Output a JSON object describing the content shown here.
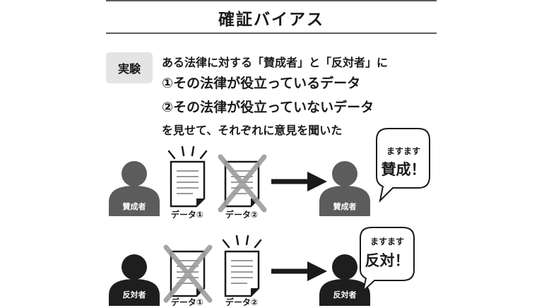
{
  "title": "確証バイアス",
  "badge": "実験",
  "description": {
    "line1": "ある法律に対する「賛成者」と「反対者」に",
    "line2": "①その法律が役立っているデータ",
    "line3": "②その法律が役立っていないデータ",
    "line4": "を見せて、それぞれに意見を聞いた"
  },
  "rows": [
    {
      "group": "賛成者",
      "doc1_label": "データ①",
      "doc2_label": "データ②",
      "result_group": "賛成者",
      "bubble_small": "ますます",
      "bubble_big": "賛成！",
      "person_color": "#5c5c5c"
    },
    {
      "group": "反対者",
      "doc1_label": "データ①",
      "doc2_label": "データ②",
      "result_group": "反対者",
      "bubble_small": "ますます",
      "bubble_big": "反対！",
      "person_color": "#1e1e1e"
    }
  ]
}
